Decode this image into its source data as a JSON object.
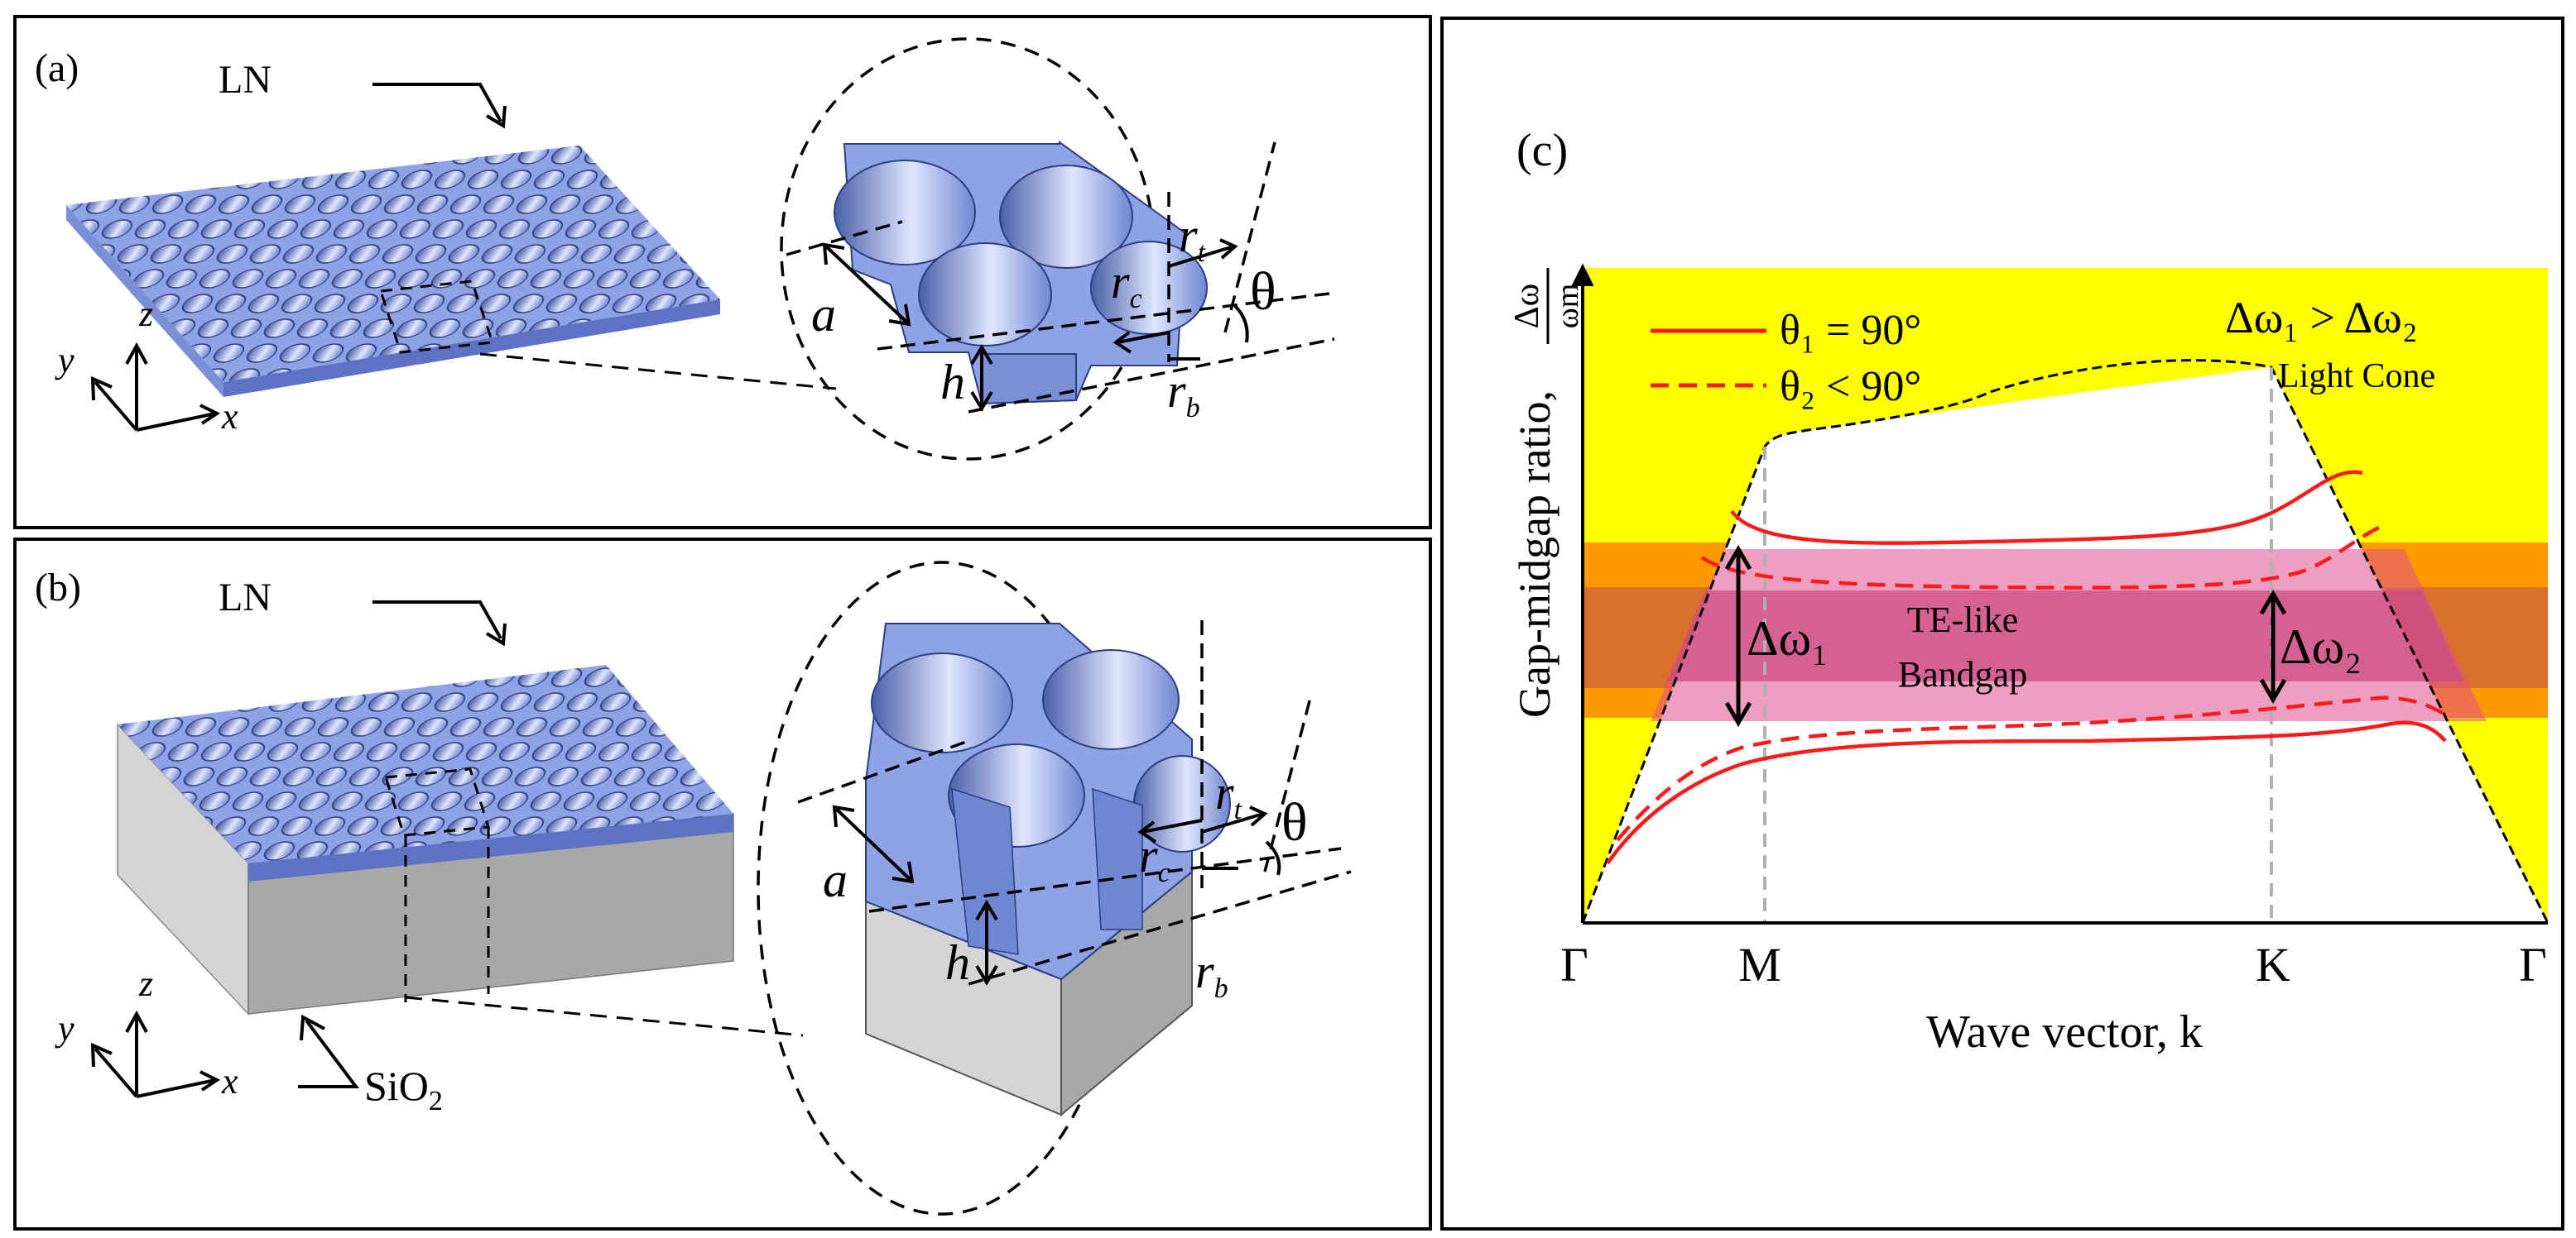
{
  "panel_a": {
    "label": "(a)",
    "material_label": "LN",
    "axes": {
      "x": "x",
      "y": "y",
      "z": "z"
    },
    "params": {
      "a": "a",
      "h": "h",
      "rc": "r",
      "rc_sub": "c",
      "rt": "r",
      "rt_sub": "t",
      "rb": "r",
      "rb_sub": "b",
      "theta": "θ"
    }
  },
  "panel_b": {
    "label": "(b)",
    "material_label": "LN",
    "substrate_label": "SiO",
    "substrate_sub": "2",
    "axes": {
      "x": "x",
      "y": "y",
      "z": "z"
    },
    "params": {
      "a": "a",
      "h": "h",
      "rc": "r",
      "rc_sub": "c",
      "rt": "r",
      "rt_sub": "t",
      "rb": "r",
      "rb_sub": "b",
      "theta": "θ"
    }
  },
  "panel_c": {
    "label": "(c)",
    "colors": {
      "light_cone": "#ffff00",
      "gap_outer": "#ff9900",
      "gap_inner": "#d9702a",
      "gap_pink": "#e0508e",
      "band": "#ff1a1a",
      "k_lines": "#b0b0b0"
    },
    "legend": [
      {
        "line": "solid",
        "text": "θ₁ = 90°"
      },
      {
        "line": "dashed",
        "text": "θ₂ < 90°"
      }
    ],
    "relation": "Δω₁ > Δω₂",
    "light_cone_label": "Light Cone",
    "gap_1": "Δω₁",
    "gap_2": "Δω₂",
    "bandgap_line1": "TE-like",
    "bandgap_line2": "Bandgap",
    "x_ticks": [
      "Γ",
      "M",
      "K",
      "Γ"
    ],
    "x_label": "Wave vector, k",
    "y_label": "Gap-midgap ratio,",
    "y_frac_num": "Δω",
    "y_frac_den": "ωm"
  }
}
